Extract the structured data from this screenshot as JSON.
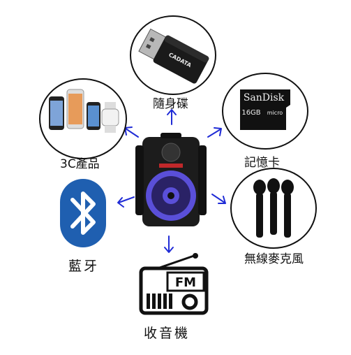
{
  "labels": {
    "usb": "隨身碟",
    "phone": "3C產品",
    "sd": "記憶卡",
    "bluetooth": "藍牙",
    "mic": "無線麥克風",
    "radio": "收音機"
  },
  "usb_brand": "CADATA",
  "sd_brand": "SanDisk",
  "sd_capacity": "16GB",
  "sd_type": "micro",
  "radio_text": "FM",
  "colors": {
    "arrow": "#1f2bd6",
    "bluetooth": "#1f5fb0",
    "speaker_light": "#5a4fd8",
    "accent_red": "#c0282a"
  }
}
